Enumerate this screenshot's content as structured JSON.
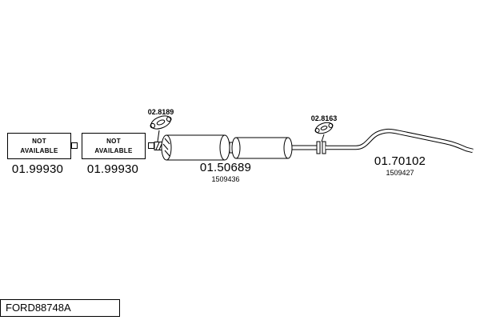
{
  "diagram": {
    "footer_code": "FORD88748A",
    "na_box_label": "NOT\nAVAILABLE",
    "parts": {
      "left1": {
        "number": "01.99930"
      },
      "left2": {
        "number": "01.99930"
      },
      "gasket1": {
        "number": "02.8189"
      },
      "muffler": {
        "number": "01.50689",
        "ref": "1509436"
      },
      "gasket2": {
        "number": "02.8163"
      },
      "tailpipe": {
        "number": "01.70102",
        "ref": "1509427"
      }
    }
  }
}
